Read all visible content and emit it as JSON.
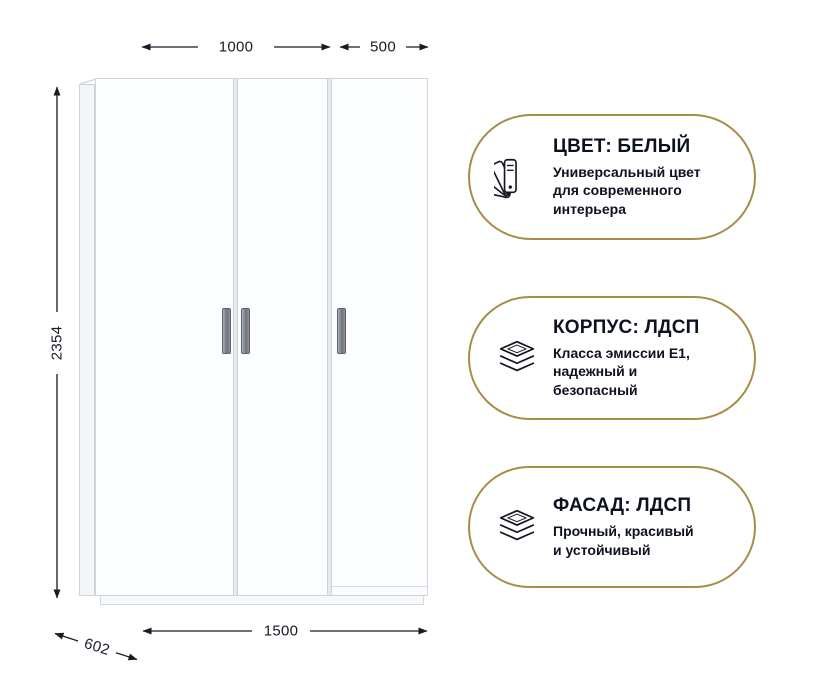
{
  "colors": {
    "accent_gold": "#a68e4a",
    "text_dark": "#0d1220",
    "wardrobe_line": "#cfd4d9",
    "wardrobe_fill": "#fcfdfe"
  },
  "dimensions": {
    "top_width_left": "1000",
    "top_width_right": "500",
    "height": "2354",
    "depth": "602",
    "total_width": "1500"
  },
  "badges": [
    {
      "icon": "color-fan-icon",
      "title": "ЦВЕТ: БЕЛЫЙ",
      "description": "Универсальный цвет\nдля современного\nинтерьера"
    },
    {
      "icon": "layers-icon",
      "title": "КОРПУС: ЛДСП",
      "description": "Класса эмиссии Е1,\nнадежный и\nбезопасный"
    },
    {
      "icon": "layers-icon",
      "title": "ФАСАД: ЛДСП",
      "description": "Прочный, красивый\nи устойчивый"
    }
  ]
}
